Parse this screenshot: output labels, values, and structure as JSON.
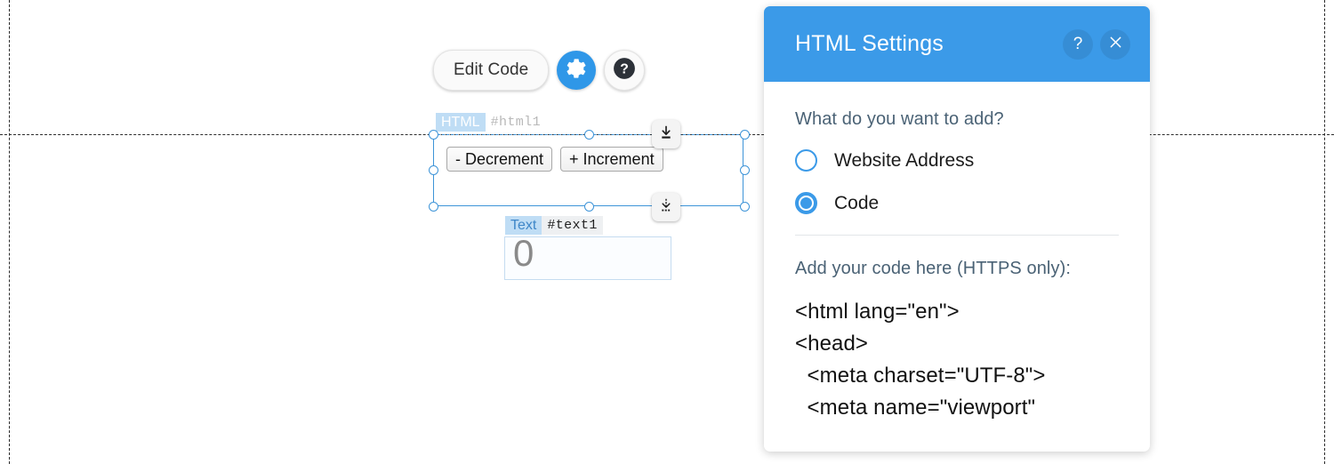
{
  "canvas": {
    "guides": {
      "vertical_left": "guide-line",
      "vertical_right": "guide-line",
      "horizontal_middle": "guide-line"
    }
  },
  "toolbar": {
    "edit_code_label": "Edit Code",
    "gear_icon": "gear-icon",
    "help_icon": "question-mark-icon"
  },
  "selection": {
    "element_tag": {
      "type": "HTML",
      "id": "#html1"
    },
    "widget": {
      "decrement_label": "- Decrement",
      "increment_label": "+ Increment"
    },
    "snap_top_icon": "align-to-line-icon",
    "snap_bottom_icon": "align-to-dashed-line-icon"
  },
  "text_element": {
    "element_tag": {
      "type": "Text",
      "id": "#text1"
    },
    "value": "0"
  },
  "panel": {
    "title": "HTML Settings",
    "help_icon": "question-mark-icon",
    "help_label": "?",
    "close_icon": "close-icon",
    "question": "What do you want to add?",
    "options": [
      {
        "label": "Website Address",
        "selected": false
      },
      {
        "label": "Code",
        "selected": true
      }
    ],
    "code_label": "Add your code here (HTTPS only):",
    "code_value": "<html lang=\"en\">\n<head>\n  <meta charset=\"UTF-8\">\n  <meta name=\"viewport\""
  },
  "colors": {
    "accent_blue": "#3b9ae8",
    "tag_blue": "#bfddf5",
    "selection_blue": "#3e94d8",
    "label_text": "#4a6275"
  }
}
